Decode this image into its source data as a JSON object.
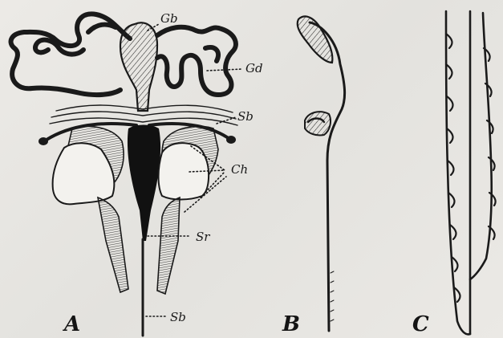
{
  "labels": {
    "gb": "Gb",
    "gd": "Gd",
    "sb_top": "Sb",
    "ch": "Ch",
    "sr": "Sr",
    "sb_bottom": "Sb"
  },
  "panels": {
    "a": "A",
    "b": "B",
    "c": "C"
  }
}
